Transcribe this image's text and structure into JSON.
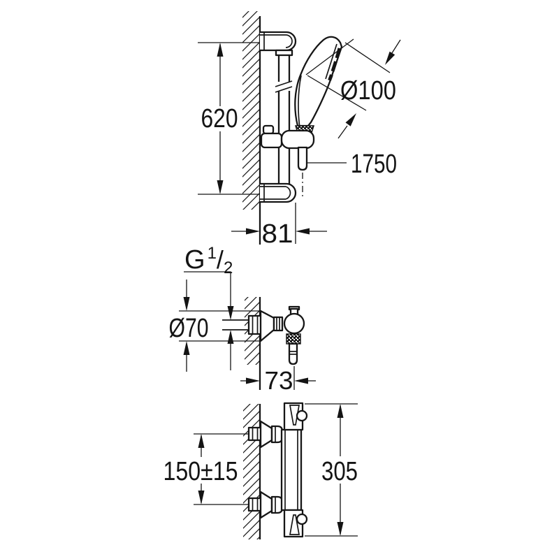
{
  "drawing": {
    "background": "#ffffff",
    "line_color": "#141414",
    "top_view": {
      "rail_height": "620",
      "head_diameter": "Ø100",
      "hose_length": "1750",
      "bar_wall_offset": "81"
    },
    "middle_view": {
      "thread_prefix": "G",
      "thread_numerator": "1",
      "thread_divider": "/",
      "thread_denominator": "2",
      "escutcheon_diameter": "Ø70",
      "projection_depth": "73"
    },
    "bottom_view": {
      "inlet_spacing": "150±15",
      "body_height": "305"
    }
  }
}
